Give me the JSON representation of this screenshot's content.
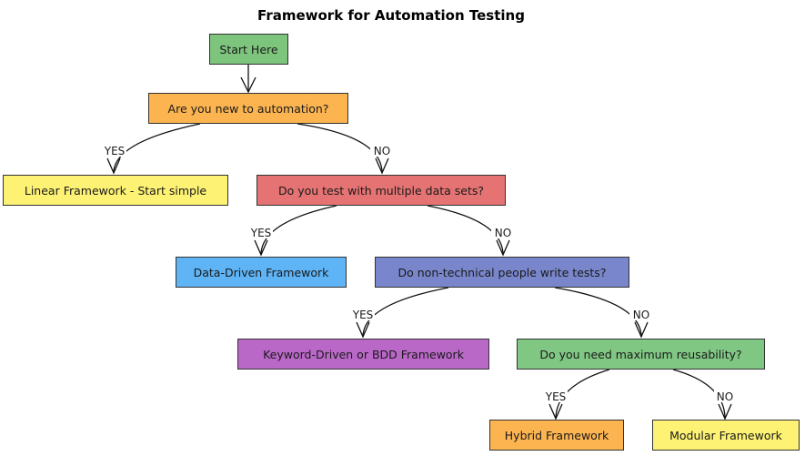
{
  "title": "Framework for Automation Testing",
  "nodes": {
    "start": {
      "label": "Start Here",
      "color": "#7dc47d"
    },
    "q_new": {
      "label": "Are you new to automation?",
      "color": "#fbb450"
    },
    "linear": {
      "label": "Linear Framework - Start simple",
      "color": "#fdf274"
    },
    "q_data": {
      "label": "Do you test with multiple data sets?",
      "color": "#e57373"
    },
    "data_driven": {
      "label": "Data-Driven Framework",
      "color": "#5eb4f5"
    },
    "q_nontech": {
      "label": "Do non-technical people write tests?",
      "color": "#7986cb"
    },
    "keyword": {
      "label": "Keyword-Driven or BDD Framework",
      "color": "#ba68c8"
    },
    "q_reuse": {
      "label": "Do you need maximum reusability?",
      "color": "#81c784"
    },
    "hybrid": {
      "label": "Hybrid Framework",
      "color": "#fbb450"
    },
    "modular": {
      "label": "Modular Framework",
      "color": "#fdf274"
    }
  },
  "edges": [
    {
      "from": "start",
      "to": "q_new",
      "label": ""
    },
    {
      "from": "q_new",
      "to": "linear",
      "label": "YES"
    },
    {
      "from": "q_new",
      "to": "q_data",
      "label": "NO"
    },
    {
      "from": "q_data",
      "to": "data_driven",
      "label": "YES"
    },
    {
      "from": "q_data",
      "to": "q_nontech",
      "label": "NO"
    },
    {
      "from": "q_nontech",
      "to": "keyword",
      "label": "YES"
    },
    {
      "from": "q_nontech",
      "to": "q_reuse",
      "label": "NO"
    },
    {
      "from": "q_reuse",
      "to": "hybrid",
      "label": "YES"
    },
    {
      "from": "q_reuse",
      "to": "modular",
      "label": "NO"
    }
  ]
}
